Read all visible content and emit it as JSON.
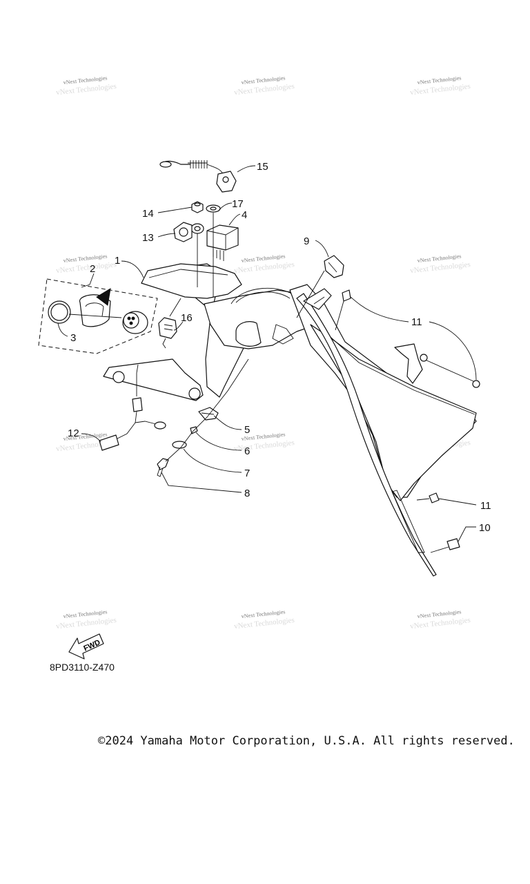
{
  "watermark": {
    "text": "vNext Technologies"
  },
  "callouts": [
    "1",
    "2",
    "3",
    "4",
    "5",
    "6",
    "7",
    "8",
    "9",
    "10",
    "11",
    "11",
    "12",
    "13",
    "14",
    "15",
    "16",
    "17"
  ],
  "fwd_label": "FWD",
  "diagram_code": "8PD3110-Z470",
  "copyright": "©2024 Yamaha Motor Corporation, U.S.A. All rights reserved."
}
